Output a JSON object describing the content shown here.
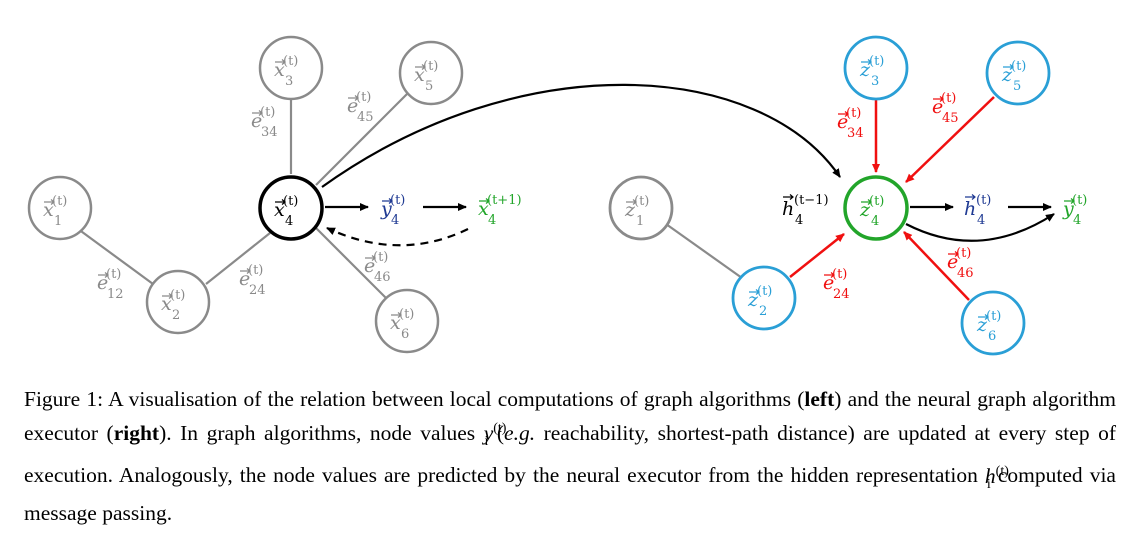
{
  "colors": {
    "left_gray": "#8a8a8a",
    "blue_node": "#2a9fd6",
    "green_node": "#22a52a",
    "red_edge": "#f01010",
    "navy_label": "#1f3a93",
    "green_label": "#22a52a"
  },
  "left": {
    "nodes": {
      "x1": {
        "base": "x",
        "sub": "1",
        "sup": "(t)"
      },
      "x2": {
        "base": "x",
        "sub": "2",
        "sup": "(t)"
      },
      "x3": {
        "base": "x",
        "sub": "3",
        "sup": "(t)"
      },
      "x4": {
        "base": "x",
        "sub": "4",
        "sup": "(t)"
      },
      "x5": {
        "base": "x",
        "sub": "5",
        "sup": "(t)"
      },
      "x6": {
        "base": "x",
        "sub": "6",
        "sup": "(t)"
      }
    },
    "edges": {
      "e12": {
        "base": "e",
        "sub": "12",
        "sup": "(t)"
      },
      "e24": {
        "base": "e",
        "sub": "24",
        "sup": "(t)"
      },
      "e34": {
        "base": "e",
        "sub": "34",
        "sup": "(t)"
      },
      "e45": {
        "base": "e",
        "sub": "45",
        "sup": "(t)"
      },
      "e46": {
        "base": "e",
        "sub": "46",
        "sup": "(t)"
      }
    },
    "y4": {
      "base": "y",
      "sub": "4",
      "sup": "(t)"
    },
    "x4_next": {
      "base": "x",
      "sub": "4",
      "sup": "(t+1)"
    }
  },
  "right": {
    "nodes": {
      "z1": {
        "base": "z",
        "sub": "1",
        "sup": "(t)"
      },
      "z2": {
        "base": "z",
        "sub": "2",
        "sup": "(t)"
      },
      "z3": {
        "base": "z",
        "sub": "3",
        "sup": "(t)"
      },
      "z4": {
        "base": "z",
        "sub": "4",
        "sup": "(t)"
      },
      "z5": {
        "base": "z",
        "sub": "5",
        "sup": "(t)"
      },
      "z6": {
        "base": "z",
        "sub": "6",
        "sup": "(t)"
      }
    },
    "edges": {
      "e24": {
        "base": "e",
        "sub": "24",
        "sup": "(t)"
      },
      "e34": {
        "base": "e",
        "sub": "34",
        "sup": "(t)"
      },
      "e45": {
        "base": "e",
        "sub": "45",
        "sup": "(t)"
      },
      "e46": {
        "base": "e",
        "sub": "46",
        "sup": "(t)"
      }
    },
    "h_prev": {
      "base": "h",
      "sub": "4",
      "sup": "(t−1)"
    },
    "h4": {
      "base": "h",
      "sub": "4",
      "sup": "(t)"
    },
    "y4": {
      "base": "y",
      "sub": "4",
      "sup": "(t)"
    }
  },
  "caption": {
    "p1": "Figure 1: A visualisation of the relation between local computations of graph algorithms (",
    "left_word": "left",
    "p2": ") and the neural graph algorithm executor (",
    "right_word": "right",
    "p3": "). In graph algorithms, node values ",
    "y_sym": {
      "base": "y",
      "sub": "i",
      "sup": "(t)"
    },
    "p4a": " (",
    "eg": "e.g.",
    "p4b": " reachability, shortest-path distance) are updated at every step of execution. Analogously, the node values are predicted by the neural executor from the hidden representation ",
    "h_sym": {
      "base": "h",
      "sub": "i",
      "sup": "(t)"
    },
    "p5": " computed via message passing."
  }
}
